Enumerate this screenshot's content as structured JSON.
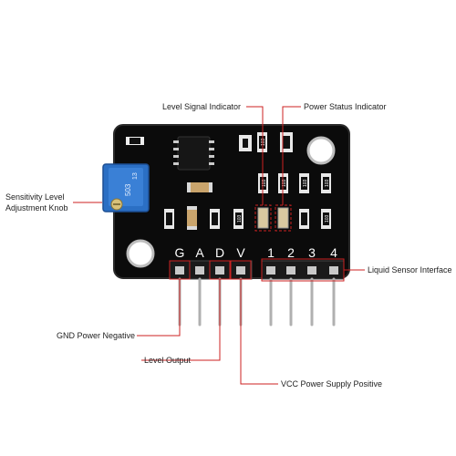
{
  "callouts": {
    "level_signal": "Level Signal Indicator",
    "power_status": "Power Status Indicator",
    "sensitivity": "Sensitivity Level Adjustment Knob",
    "liquid_sensor": "Liquid Sensor Interface",
    "gnd": "GND Power Negative",
    "level_output": "Level Output",
    "vcc": "VCC Power Supply Positive"
  },
  "board": {
    "pin_labels_left": [
      "G",
      "A",
      "D",
      "V"
    ],
    "pin_labels_right": [
      "1",
      "2",
      "3",
      "4"
    ],
    "potentiometer_text": "503",
    "potentiometer_code": "13",
    "resistor_marks": [
      "103",
      "103",
      "103",
      "103",
      "103",
      "103",
      "103"
    ]
  },
  "colors": {
    "board": "#0b0b0b",
    "callout_line": "#cc2222",
    "potentiometer": "#2b6fc4",
    "header_plastic": "#1a1a1a",
    "pin_metal": "#b9b9b9"
  }
}
